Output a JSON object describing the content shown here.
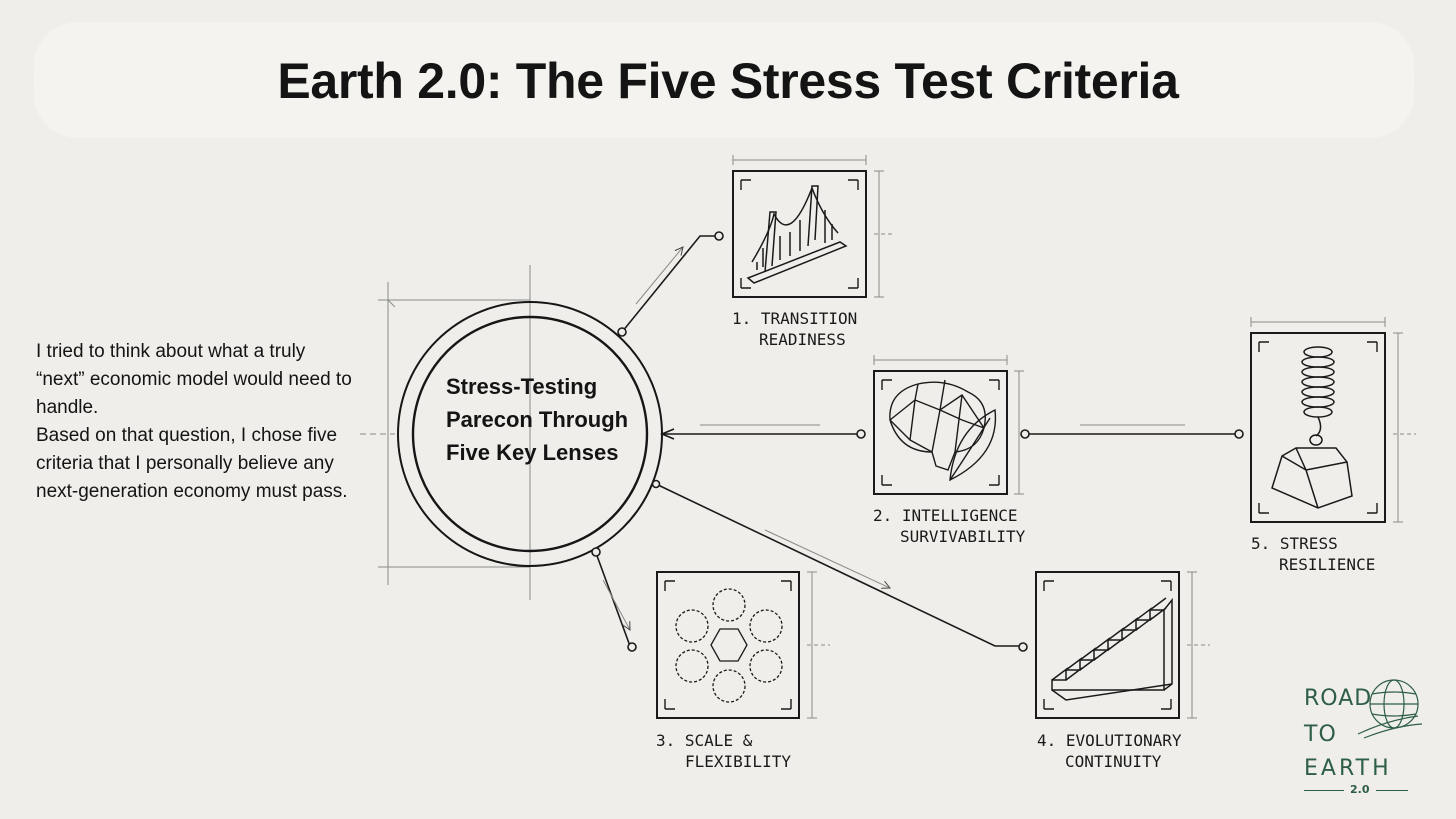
{
  "header": {
    "title": "Earth 2.0: The Five Stress Test Criteria"
  },
  "intro": {
    "line1": "I tried to think about what a truly “next” economic model would need to handle.",
    "line2": "Based on that question, I chose five criteria that I personally believe any next-generation economy must pass."
  },
  "hub": {
    "label": "Stress-Testing Parecon Through Five Key Lenses"
  },
  "criteria": [
    {
      "number": "1.",
      "line1": "TRANSITION",
      "line2": "READINESS",
      "icon": "suspension-bridge-icon"
    },
    {
      "number": "2.",
      "line1": "INTELLIGENCE",
      "line2": "SURVIVABILITY",
      "icon": "brain-leaf-icon"
    },
    {
      "number": "3.",
      "line1": "SCALE &",
      "line2": "FLEXIBILITY",
      "icon": "fractal-hexagon-icon"
    },
    {
      "number": "4.",
      "line1": "EVOLUTIONARY",
      "line2": "CONTINUITY",
      "icon": "staircase-icon"
    },
    {
      "number": "5.",
      "line1": "STRESS",
      "line2": "RESILIENCE",
      "icon": "spring-weight-icon"
    }
  ],
  "logo": {
    "word1": "Road",
    "word2": "To",
    "word3": "Earth",
    "version": "2.0"
  },
  "colors": {
    "background": "#efeeea",
    "ink": "#141414",
    "logo_green": "#2e5e45"
  }
}
